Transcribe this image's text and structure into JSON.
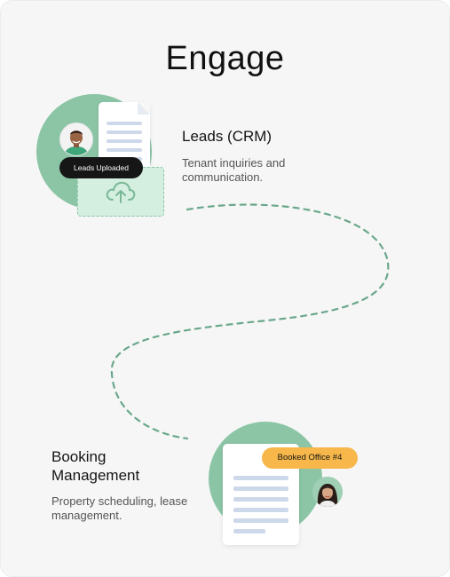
{
  "page": {
    "title": "Engage"
  },
  "leads": {
    "heading": "Leads (CRM)",
    "description": "Tenant inquiries and communication.",
    "badge": "Leads Uploaded",
    "icons": [
      "avatar",
      "document-icon",
      "cloud-upload-icon"
    ]
  },
  "booking": {
    "heading": "Booking Management",
    "description": "Property scheduling, lease management.",
    "badge": "Booked Office #4",
    "icons": [
      "avatar",
      "document-icon"
    ]
  },
  "colors": {
    "background": "#f6f6f6",
    "accent_green": "#8cc5a6",
    "light_green": "#d4efdf",
    "badge_dark": "#161616",
    "badge_orange": "#f7b74a",
    "doc_lines": "#cdd9ea",
    "path": "#6aa88b"
  }
}
